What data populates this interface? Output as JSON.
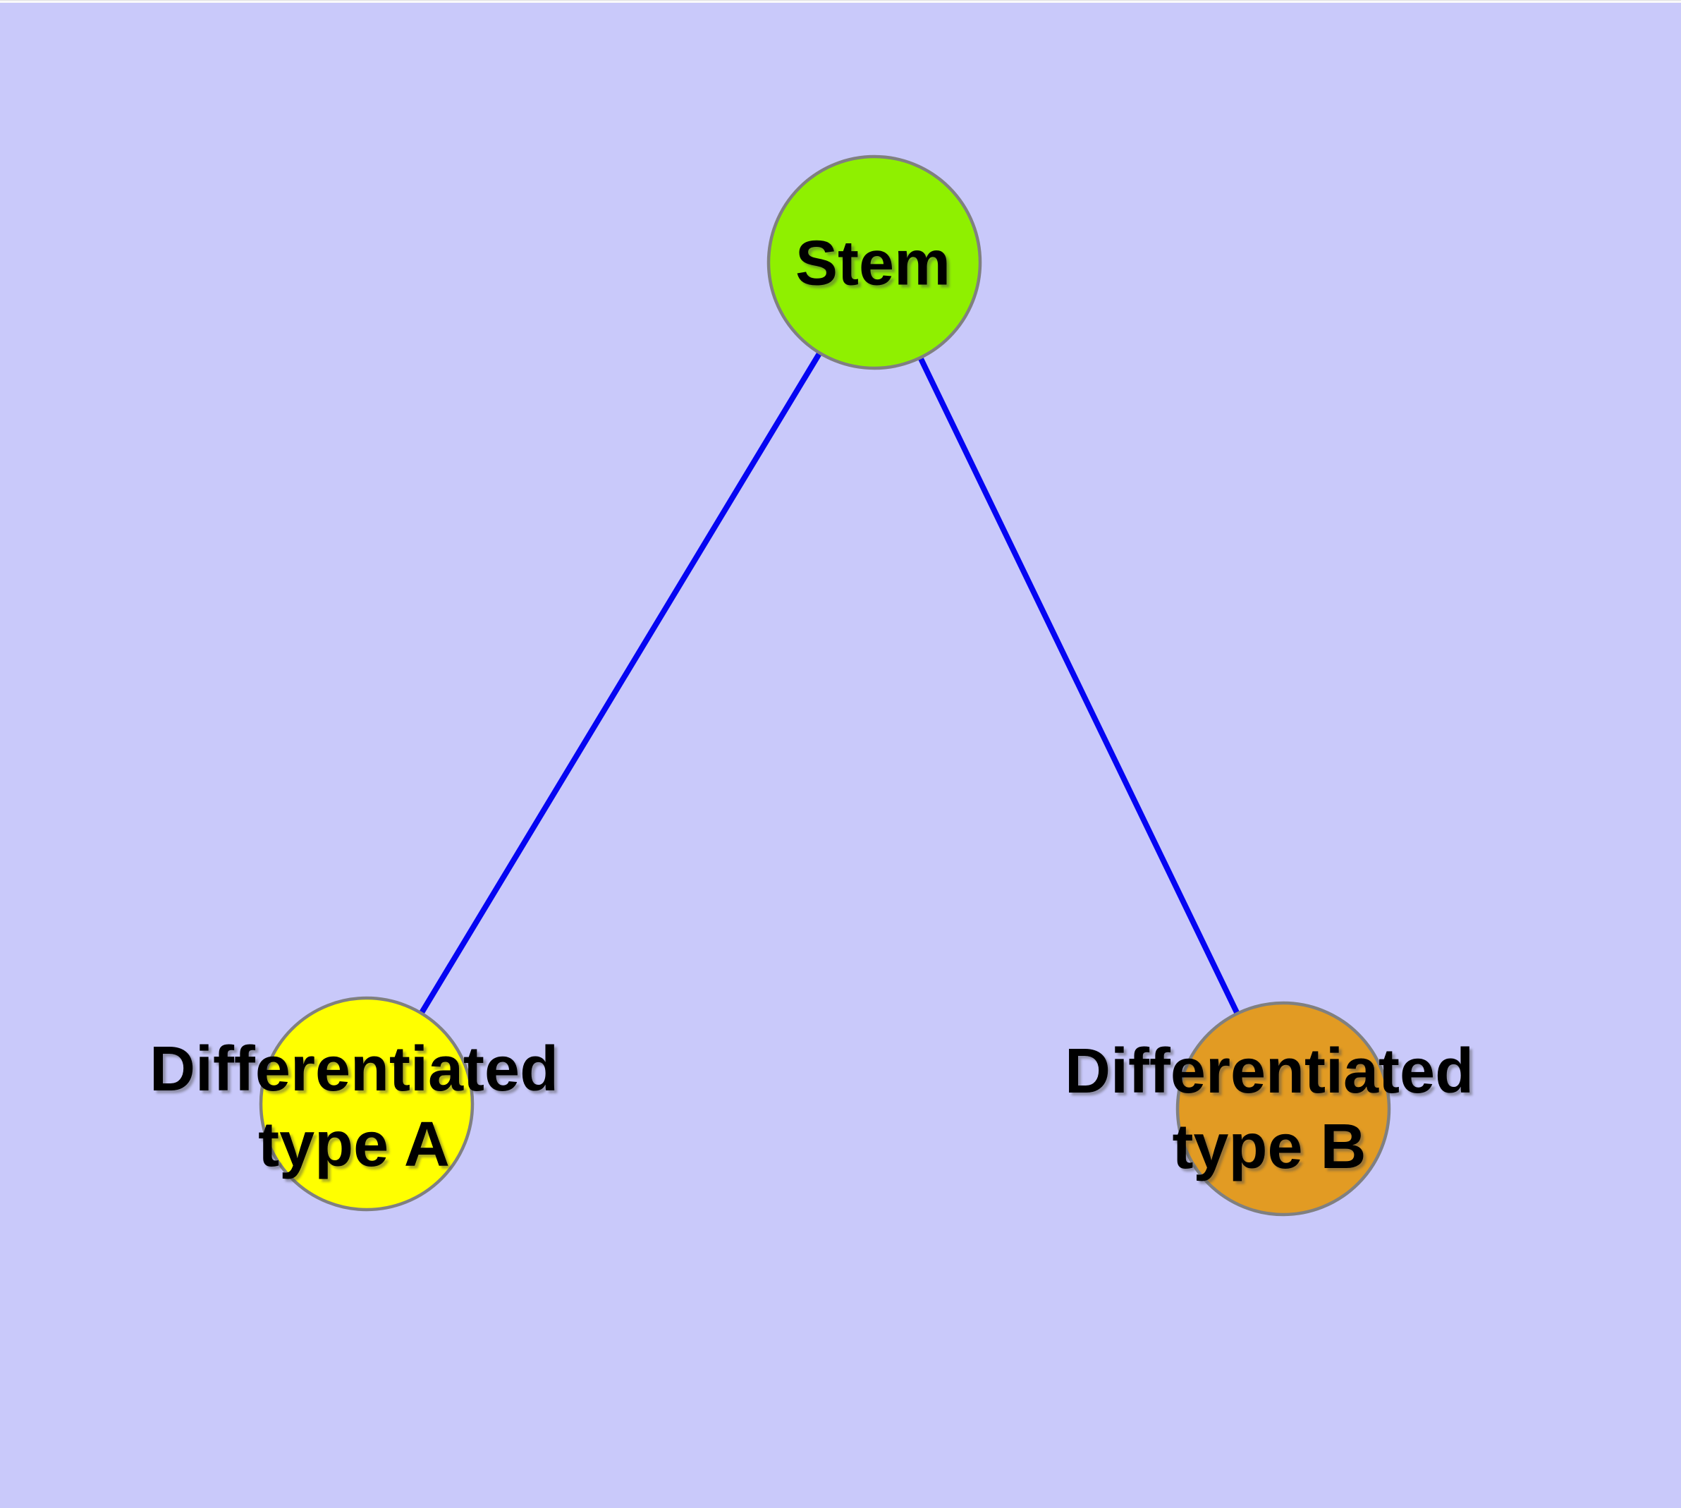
{
  "diagram": {
    "type": "undirected-graph",
    "background_color": "#c9c9fa",
    "edge_color": "#0505f2",
    "node_border_color": "#808080",
    "label_color": "#000000",
    "nodes": {
      "stem": {
        "id": "stem",
        "label": "Stem",
        "line1": "Stem",
        "line2": "",
        "fill": "#8ff000"
      },
      "diff_a": {
        "id": "diff_a",
        "label": "Differentiated type A",
        "line1": "Differentiated",
        "line2": "type A",
        "fill": "#ffff00"
      },
      "diff_b": {
        "id": "diff_b",
        "label": "Differentiated type B",
        "line1": "Differentiated",
        "line2": "type B",
        "fill": "#e29b23"
      }
    },
    "edges": [
      {
        "from": "Stem",
        "to": "Differentiated type A"
      },
      {
        "from": "Stem",
        "to": "Differentiated type B"
      }
    ]
  }
}
